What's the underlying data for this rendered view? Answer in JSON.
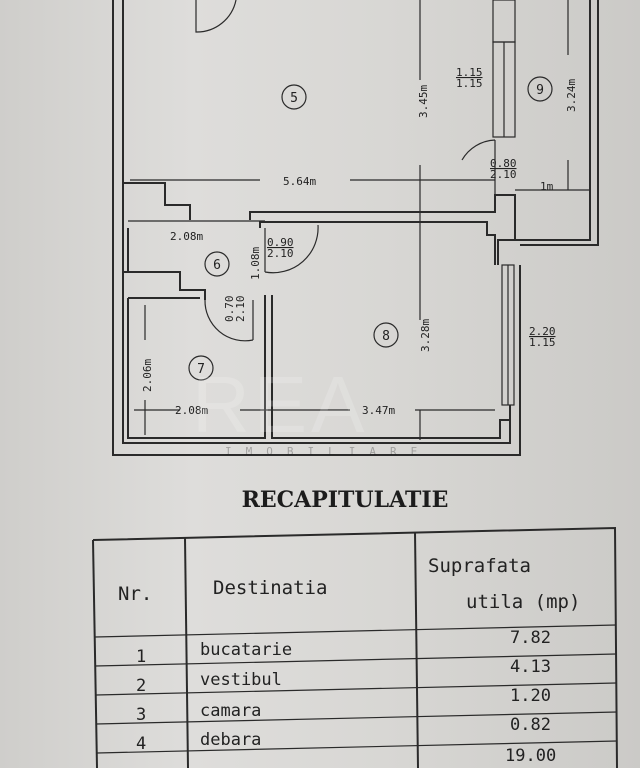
{
  "floor_plan": {
    "rooms": [
      "5",
      "6",
      "7",
      "8",
      "9"
    ],
    "dimensions": {
      "room5_height": "3.45m",
      "room5_width": "5.64m",
      "room9_height": "3.24m",
      "room9_width": "1m",
      "room6_width": "2.08m",
      "room6_height": "1.08m",
      "room7_height": "2.06m",
      "room7_width": "2.08m",
      "room8_height": "3.28m",
      "room8_width": "3.47m"
    },
    "openings": {
      "window_top": [
        "1.15",
        "1.15"
      ],
      "door_room9": [
        "0.80",
        "2.10"
      ],
      "door_room8": [
        "0.90",
        "2.10"
      ],
      "door_room7": [
        "0.70",
        "2.10"
      ],
      "window_room8": [
        "2.20",
        "1.15"
      ]
    },
    "watermark": {
      "logo": "REA",
      "sub": "IMOBILIARE"
    }
  },
  "summary": {
    "title": "RECAPITULATIE",
    "headers": {
      "nr": "Nr.",
      "dest": "Destinatia",
      "area1": "Suprafata",
      "area2": "utila (mp)"
    },
    "rows": [
      {
        "nr": "1",
        "dest": "bucatarie",
        "area": "7.82"
      },
      {
        "nr": "2",
        "dest": "vestibul",
        "area": "4.13"
      },
      {
        "nr": "3",
        "dest": "camara",
        "area": "1.20"
      },
      {
        "nr": "4",
        "dest": "debara",
        "area": "0.82"
      },
      {
        "nr": "",
        "dest": "",
        "area": "19.00"
      }
    ]
  }
}
